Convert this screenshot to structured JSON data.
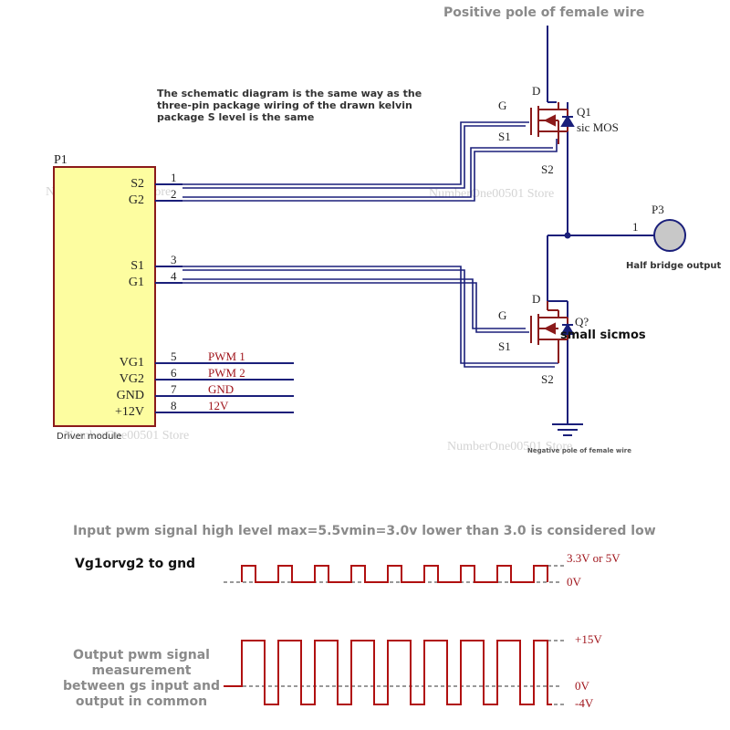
{
  "header": {
    "positive_pole": "Positive pole of female wire",
    "schematic_note": "The schematic diagram is the same way as the three-pin package wiring of the drawn kelvin package S level is the same"
  },
  "connector_p1": {
    "ref": "P1",
    "caption": "Driver module",
    "pins": [
      {
        "label": "S2",
        "num": "1"
      },
      {
        "label": "G2",
        "num": "2"
      },
      {
        "label": "S1",
        "num": "3"
      },
      {
        "label": "G1",
        "num": "4"
      },
      {
        "label": "VG1",
        "num": "5",
        "net": "PWM 1"
      },
      {
        "label": "VG2",
        "num": "6",
        "net": "PWM 2"
      },
      {
        "label": "GND",
        "num": "7",
        "net": "GND"
      },
      {
        "label": "+12V",
        "num": "8",
        "net": "12V"
      }
    ]
  },
  "mosfet_q1": {
    "ref": "Q1",
    "part": "sic MOS",
    "d": "D",
    "g": "G",
    "s1": "S1",
    "s2": "S2"
  },
  "mosfet_q2": {
    "ref": "Q?",
    "part": "small sicmos",
    "d": "D",
    "g": "G",
    "s1": "S1",
    "s2": "S2"
  },
  "connector_p3": {
    "ref": "P3",
    "pin": "1",
    "caption": "Half bridge output"
  },
  "ground": {
    "caption": "Negative pole of female wire"
  },
  "input_signal": {
    "title": "Input pwm signal high level max=5.5vmin=3.0v lower than 3.0 is considered low",
    "label": "Vg1orvg2 to gnd",
    "high": "3.3V or 5V",
    "low": "0V"
  },
  "output_signal": {
    "label": "Output pwm signal measurement between gs input and output in common",
    "high": "+15V",
    "zero": "0V",
    "low": "-4V"
  },
  "watermark": {
    "text": "NumberOne00501 Store"
  },
  "colors": {
    "wire": "#1a1f7a",
    "component": "#8b1a1a",
    "connector_fill": "#fdfda0",
    "signal": "#b01010"
  }
}
